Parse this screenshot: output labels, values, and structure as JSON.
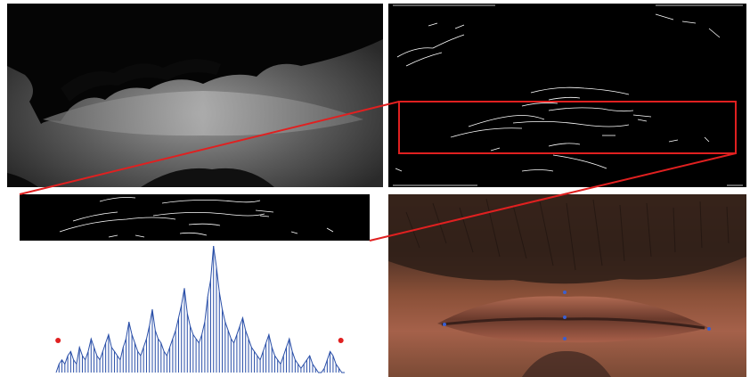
{
  "figure": {
    "panels": [
      {
        "id": "depth-map",
        "type": "grayscale depth image"
      },
      {
        "id": "edge-map",
        "type": "binary edge image with highlighted lip region"
      },
      {
        "id": "edge-crop",
        "type": "cropped edge strip"
      },
      {
        "id": "mouth-photo",
        "type": "color photograph with landmark points"
      },
      {
        "id": "edge-profile",
        "type": "column-wise edge count profile"
      }
    ],
    "colors": {
      "highlight": "#e02020",
      "profile_line": "#2a4fa8",
      "landmark": "#3a5fd0",
      "endpoint": "#e02020"
    },
    "landmarks_count": 5,
    "profile_endpoints_count": 2
  },
  "chart_data": {
    "type": "line",
    "title": "",
    "xlabel": "",
    "ylabel": "",
    "x_range": [
      0,
      300
    ],
    "values": [
      0,
      2,
      3,
      2,
      4,
      5,
      3,
      2,
      6,
      4,
      3,
      5,
      8,
      6,
      4,
      3,
      5,
      7,
      9,
      6,
      5,
      4,
      3,
      6,
      8,
      12,
      9,
      7,
      5,
      4,
      6,
      8,
      11,
      15,
      10,
      8,
      7,
      5,
      4,
      6,
      8,
      10,
      13,
      16,
      20,
      14,
      11,
      9,
      8,
      7,
      9,
      12,
      18,
      22,
      30,
      25,
      19,
      15,
      12,
      10,
      8,
      7,
      9,
      11,
      13,
      10,
      8,
      6,
      5,
      4,
      3,
      5,
      7,
      9,
      6,
      4,
      3,
      2,
      4,
      6,
      8,
      5,
      3,
      2,
      1,
      2,
      3,
      4,
      2,
      1,
      0,
      0,
      1,
      3,
      5,
      4,
      2,
      1,
      0,
      0
    ],
    "endpoints": [
      {
        "x": 2
      },
      {
        "x": 296
      }
    ]
  }
}
